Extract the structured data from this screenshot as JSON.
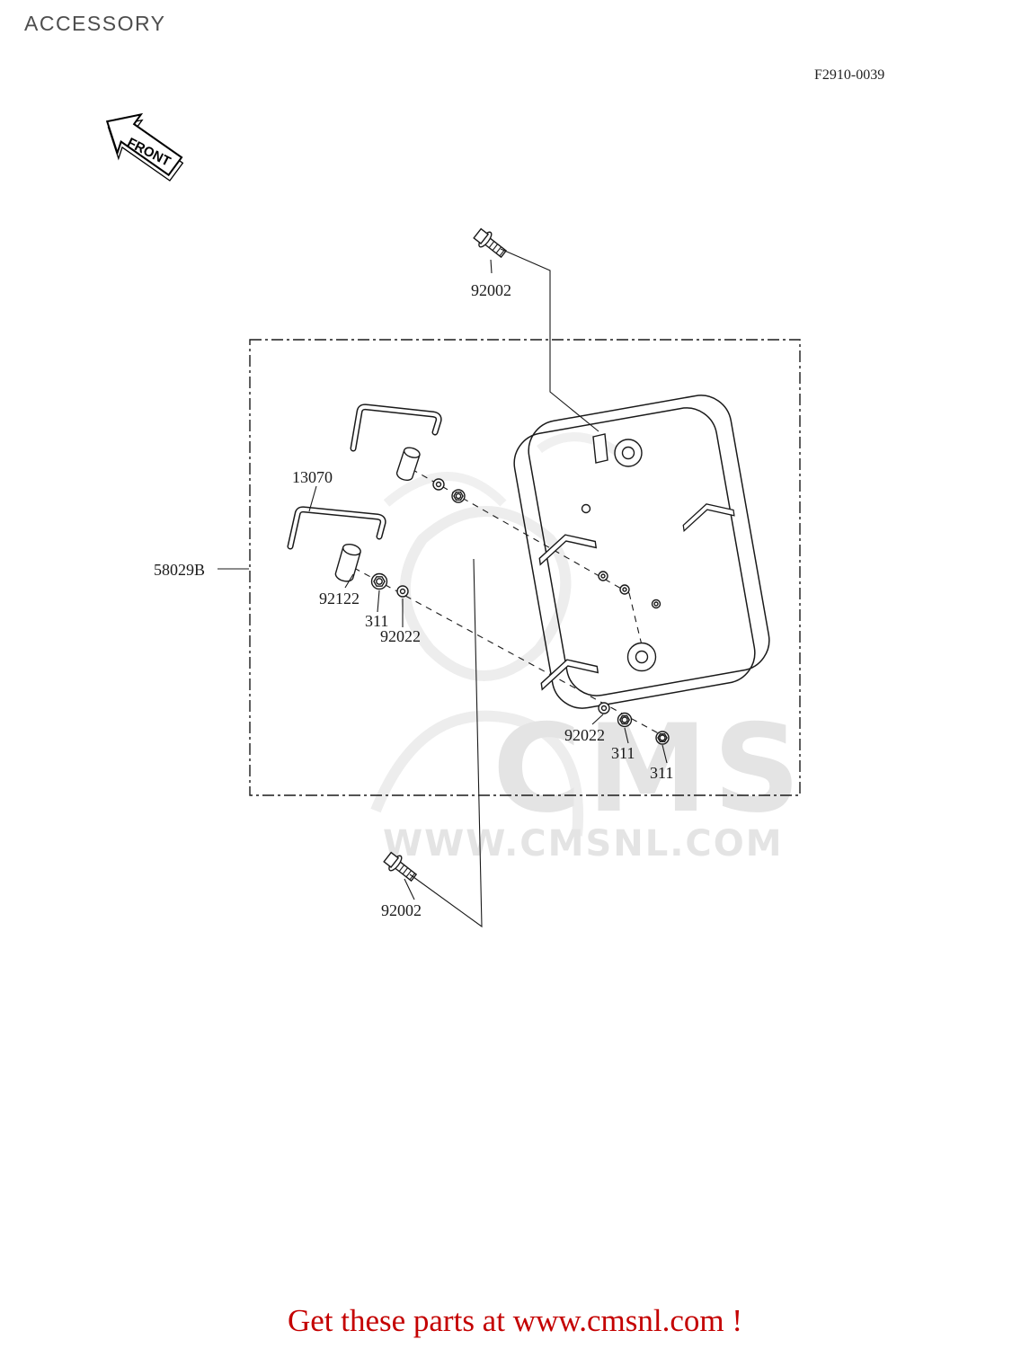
{
  "header": {
    "title": "ACCESSORY",
    "fiche_code": "F2910-0039"
  },
  "front_arrow": {
    "label": "FRONT"
  },
  "watermark": {
    "line1": "CMS",
    "line2": "WWW.CMSNL.COM"
  },
  "footer": {
    "text": "Get these parts at www.cmsnl.com !"
  },
  "colors": {
    "footer_red": "#c40000",
    "watermark_gray": "#e4e4e4",
    "line_black": "#1a1a1a",
    "title_gray": "#4d4d4d"
  },
  "parts": {
    "bolt_top": "92002",
    "bracket": "13070",
    "kit": "58029B",
    "roller": "92122",
    "nut_upper": "311",
    "washer_upper": "92022",
    "washer_lower": "92022",
    "nut_lower_1": "311",
    "nut_lower_2": "311",
    "bolt_bottom": "92002"
  }
}
